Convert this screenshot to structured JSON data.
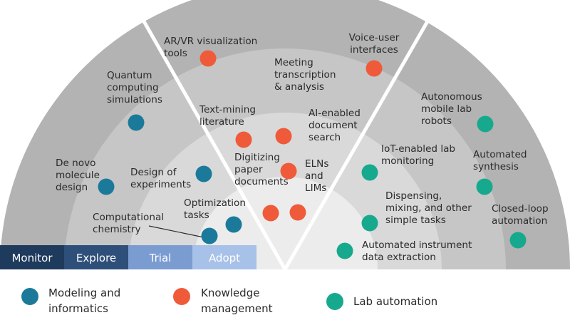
{
  "colors": {
    "modeling": "#1b7a9a",
    "knowledge": "#ef5b3a",
    "automation": "#17a98e",
    "band_outer": "#b3b3b3",
    "band_second": "#c6c6c6",
    "band_third": "#d9d9d9",
    "band_inner": "#ececec",
    "stage_monitor": "#1e3a5c",
    "stage_explore": "#2e4f7a",
    "stage_trial": "#7b9cd1",
    "stage_adopt": "#a8c1e8"
  },
  "stages": [
    {
      "label": "Monitor"
    },
    {
      "label": "Explore"
    },
    {
      "label": "Trial"
    },
    {
      "label": "Adopt"
    }
  ],
  "legend": [
    {
      "lines": [
        "Modeling and",
        "informatics"
      ],
      "category": "modeling"
    },
    {
      "lines": [
        "Knowledge",
        "management"
      ],
      "category": "knowledge"
    },
    {
      "lines": [
        "Lab automation"
      ],
      "category": "automation"
    }
  ],
  "items": [
    {
      "lines": [
        "AR/VR visualization",
        "tools"
      ],
      "category": "knowledge"
    },
    {
      "lines": [
        "Voice-user",
        "interfaces"
      ],
      "category": "knowledge"
    },
    {
      "lines": [
        "Meeting",
        "transcription",
        "& analysis"
      ],
      "category": "knowledge"
    },
    {
      "lines": [
        "Text-mining",
        "literature"
      ],
      "category": "knowledge"
    },
    {
      "lines": [
        "AI-enabled",
        "document",
        "search"
      ],
      "category": "knowledge"
    },
    {
      "lines": [
        "Digitizing",
        "paper",
        "documents"
      ],
      "category": "knowledge"
    },
    {
      "lines": [
        "ELNs",
        "and",
        "LIMs"
      ],
      "category": "knowledge"
    },
    {
      "lines": [
        "Quantum",
        "computing",
        "simulations"
      ],
      "category": "modeling"
    },
    {
      "lines": [
        "De novo",
        "molecule",
        "design"
      ],
      "category": "modeling"
    },
    {
      "lines": [
        "Design of",
        "experiments"
      ],
      "category": "modeling"
    },
    {
      "lines": [
        "Optimization",
        "tasks"
      ],
      "category": "modeling"
    },
    {
      "lines": [
        "Computational",
        "chemistry"
      ],
      "category": "modeling"
    },
    {
      "lines": [
        "Autonomous",
        "mobile lab",
        "robots"
      ],
      "category": "automation"
    },
    {
      "lines": [
        "Automated",
        "synthesis"
      ],
      "category": "automation"
    },
    {
      "lines": [
        "Closed-loop",
        "automation"
      ],
      "category": "automation"
    },
    {
      "lines": [
        "IoT-enabled lab",
        "monitoring"
      ],
      "category": "automation"
    },
    {
      "lines": [
        "Dispensing,",
        "mixing, and other",
        "simple tasks"
      ],
      "category": "automation"
    },
    {
      "lines": [
        "Automated instrument",
        "data extraction"
      ],
      "category": "automation"
    }
  ]
}
